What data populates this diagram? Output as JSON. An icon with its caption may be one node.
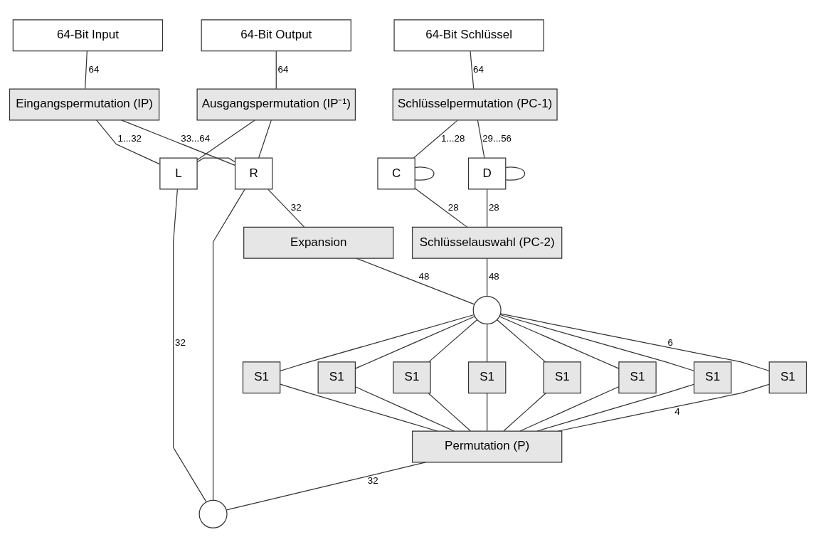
{
  "diagram": {
    "nodes": [
      {
        "text": [
          "64-Bit Input"
        ]
      },
      {
        "text": [
          "64-Bit Output"
        ]
      },
      {
        "text": [
          "64-Bit Schlüssel"
        ]
      },
      {
        "text": [
          "Eingangspermutation (IP)"
        ]
      },
      {
        "text": [
          "Ausgangspermutation (IP⁻¹)"
        ]
      },
      {
        "text": [
          "Schlüsselpermutation (PC-1)"
        ]
      },
      {
        "text": [
          "L"
        ]
      },
      {
        "text": [
          "R"
        ]
      },
      {
        "text": [
          "C"
        ]
      },
      {
        "text": [
          "D"
        ]
      },
      {
        "text": [
          "Expansion"
        ]
      },
      {
        "text": [
          "Schlüsselauswahl (PC-2)"
        ]
      },
      {
        "text": [],
        "shape": "circle"
      },
      {
        "text": [
          "S1"
        ]
      },
      {
        "text": [
          "S1"
        ]
      },
      {
        "text": [
          "S1"
        ]
      },
      {
        "text": [
          "S1"
        ]
      },
      {
        "text": [
          "S1"
        ]
      },
      {
        "text": [
          "S1"
        ]
      },
      {
        "text": [
          "S1"
        ]
      },
      {
        "text": [
          "S1"
        ]
      },
      {
        "text": [
          "Permutation (P)"
        ]
      },
      {
        "text": [],
        "shape": "circle"
      }
    ],
    "edges": [
      {
        "from": 0,
        "to": 3,
        "arrow": "none",
        "label": "64"
      },
      {
        "from": 1,
        "to": 4,
        "arrow": "none",
        "label": "64"
      },
      {
        "from": 2,
        "to": 5,
        "arrow": "none",
        "label": "64"
      },
      {
        "from": 3,
        "to": 6,
        "arrow": "none",
        "label": "1...32"
      },
      {
        "from": 3,
        "to": 7,
        "arrow": "none",
        "label": "33...64"
      },
      {
        "from": 4,
        "to": 6,
        "arrow": "none"
      },
      {
        "from": 4,
        "to": 7,
        "arrow": "none"
      },
      {
        "from": 6,
        "to": 7,
        "arrow": "none"
      },
      {
        "from": 5,
        "to": 8,
        "arrow": "none",
        "label": "1...28"
      },
      {
        "from": 5,
        "to": 9,
        "arrow": "none",
        "label": "29...56"
      },
      {
        "from": 8,
        "to": 8,
        "arrow": "none"
      },
      {
        "from": 9,
        "to": 9,
        "arrow": "none"
      },
      {
        "from": 8,
        "to": 11,
        "arrow": "none",
        "label": "28"
      },
      {
        "from": 9,
        "to": 11,
        "arrow": "none",
        "label": "28"
      },
      {
        "from": 7,
        "to": 10,
        "arrow": "none",
        "label": "32"
      },
      {
        "from": 10,
        "to": 12,
        "arrow": "none",
        "label": "48"
      },
      {
        "from": 11,
        "to": 12,
        "arrow": "none",
        "label": "48"
      },
      {
        "from": 12,
        "to": 13,
        "arrow": "none"
      },
      {
        "from": 12,
        "to": 14,
        "arrow": "none"
      },
      {
        "from": 12,
        "to": 15,
        "arrow": "none"
      },
      {
        "from": 12,
        "to": 16,
        "arrow": "none"
      },
      {
        "from": 12,
        "to": 17,
        "arrow": "none"
      },
      {
        "from": 12,
        "to": 18,
        "arrow": "none"
      },
      {
        "from": 12,
        "to": 19,
        "arrow": "none"
      },
      {
        "from": 12,
        "to": 20,
        "arrow": "none",
        "label": "6"
      },
      {
        "from": 13,
        "to": 21,
        "arrow": "none"
      },
      {
        "from": 14,
        "to": 21,
        "arrow": "none"
      },
      {
        "from": 15,
        "to": 21,
        "arrow": "none"
      },
      {
        "from": 16,
        "to": 21,
        "arrow": "none"
      },
      {
        "from": 17,
        "to": 21,
        "arrow": "none"
      },
      {
        "from": 18,
        "to": 21,
        "arrow": "none"
      },
      {
        "from": 19,
        "to": 21,
        "arrow": "none"
      },
      {
        "from": 20,
        "to": 21,
        "arrow": "none",
        "label": "4"
      },
      {
        "from": 21,
        "to": 22,
        "arrow": "none",
        "label": "32"
      },
      {
        "from": 6,
        "to": 22,
        "arrow": "none",
        "label": "32"
      },
      {
        "from": 7,
        "to": 22,
        "arrow": "none"
      }
    ]
  }
}
